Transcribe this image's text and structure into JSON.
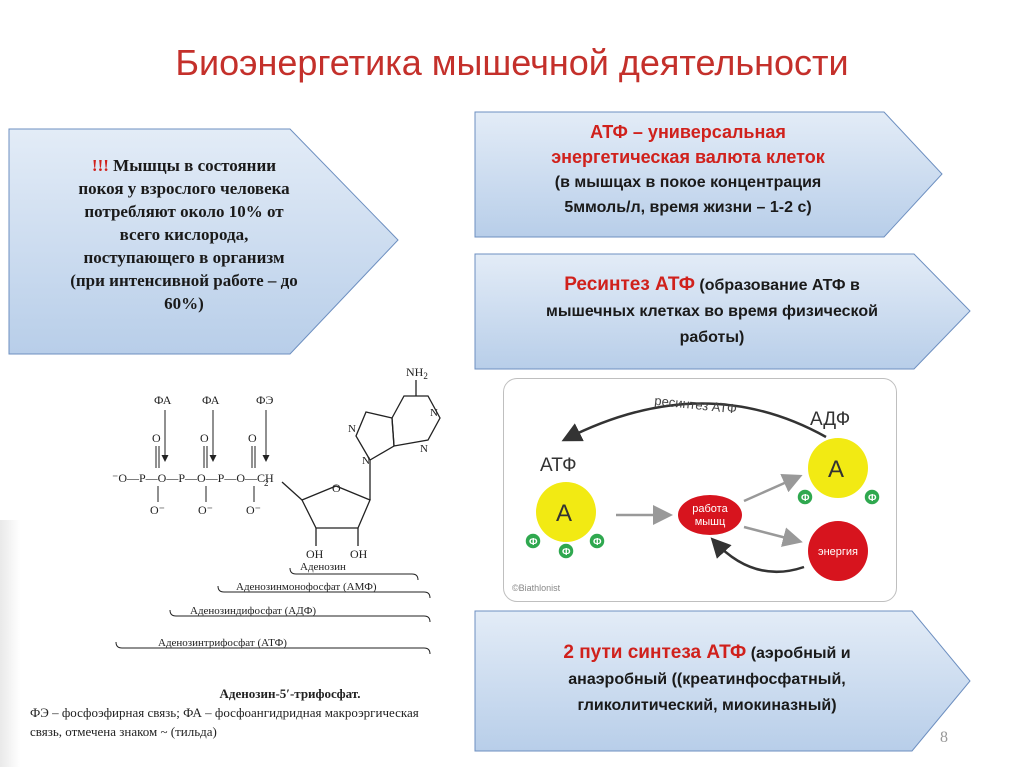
{
  "title": "Биоэнергетика мышечной деятельности",
  "left_box": {
    "exclaim": "!!!",
    "lines": [
      "Мышцы в состоянии",
      "покоя у взрослого человека",
      "потребляют около 10% от",
      "всего кислорода,",
      "поступающего в организм",
      "(при интенсивной работе – до",
      "60%)"
    ]
  },
  "box1": {
    "line1": "АТФ – универсальная",
    "line2": "энергетическая валюта клеток",
    "line3": "(в мышцах в покое концентрация",
    "line4": "5ммоль/л, время жизни – 1-2 с)"
  },
  "box2": {
    "highlight": "Ресинтез  АТФ",
    "rest1": " (образование АТФ в",
    "line2": "мышечных клетках во время физической",
    "line3": "работы)"
  },
  "box3": {
    "highlight": "2 пути синтеза АТФ",
    "rest1": " (аэробный и",
    "line2": "анаэробный ((креатинфосфатный,",
    "line3": "гликолитический, миокиназный)"
  },
  "cycle": {
    "resynth_label": "ресинтез АТФ",
    "atp_label": "АТФ",
    "adp_label": "АДФ",
    "a_letter": "А",
    "phi": "Ф",
    "work_line1": "работа",
    "work_line2": "мышц",
    "energy": "энергия",
    "credit": "©Biathlonist"
  },
  "molecule": {
    "fa1": "ФА",
    "fa2": "ФА",
    "fe": "ФЭ",
    "nh2": "NH",
    "nh2_sub": "2",
    "ch2": "CH",
    "ch2_sub": "2",
    "oh1": "OH",
    "oh2": "OH",
    "adenosine": "Аденозин",
    "amp": "Аденозинмонофосфат (АМФ)",
    "adp": "Аденозиндифосфат (АДФ)",
    "atp": "Аденозинтрифосфат (АТФ)"
  },
  "caption": {
    "title": "Аденозин-5′-трифосфат.",
    "line1": "ФЭ – фосфоэфирная связь; ФА – фосфоангидридная макроэргическая",
    "line2": "связь, отмечена знаком ~ (тильда)"
  },
  "page_number": "8",
  "colors": {
    "title": "#c4302b",
    "accent_red": "#d0211c",
    "box_fill_top": "#dfe9f6",
    "box_fill_bottom": "#b7cde9",
    "box_stroke": "#5b7fb4",
    "yellow": "#f2ea13",
    "green": "#2fa84f",
    "work_red": "#d7141e"
  }
}
